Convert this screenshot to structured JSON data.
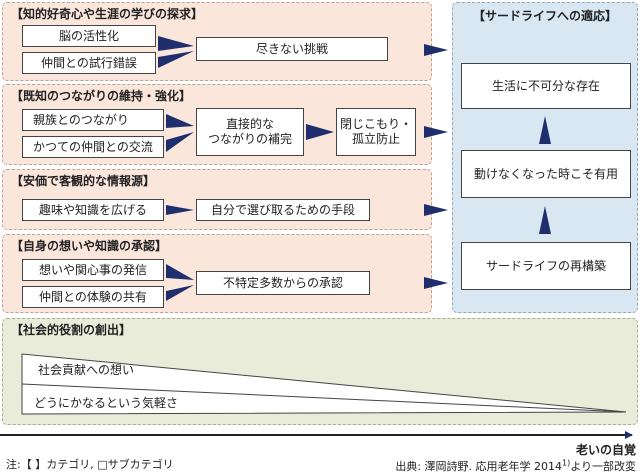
{
  "categories": [
    {
      "title": "【知的好奇心や生涯の学びの探求】",
      "subs": [
        "脳の活性化",
        "仲間との試行錯誤"
      ],
      "outcome": "尽きない挑戦"
    },
    {
      "title": "【既知のつながりの維持・強化】",
      "subs": [
        "親族とのつながり",
        "かつての仲間との交流"
      ],
      "outcome": "直接的な\nつながりの補完",
      "outcome2": "閉じこもり・\n孤立防止"
    },
    {
      "title": "【安価で客観的な情報源】",
      "subs": [
        "趣味や知識を広げる"
      ],
      "outcome": "自分で選び取るための手段"
    },
    {
      "title": "【自身の想いや知識の承認】",
      "subs": [
        "想いや関心事の発信",
        "仲間との体験の共有"
      ],
      "outcome": "不特定多数からの承認"
    }
  ],
  "adaptation": {
    "title": "【サードライフへの適応】",
    "items": [
      "生活に不可分な存在",
      "動けなくなった時こそ有用",
      "サードライフの再構築"
    ]
  },
  "social": {
    "title": "【社会的役割の創出】",
    "items": [
      "社会貢献への想い",
      "どうにかなるという気軽さ"
    ]
  },
  "axis": {
    "label": "老いの自覚"
  },
  "note": "注:【 】カテゴリ, □サブカテゴリ",
  "source": {
    "text": "出典: 澤岡詩野. 応用老年学 2014",
    "ref": "1)",
    "suffix": "より一部改変"
  },
  "colors": {
    "category_bg": "#fbe6dc",
    "adaptation_bg": "#d8e7f2",
    "social_bg": "#e8ecd8",
    "arrow": "#1f2f6e"
  }
}
